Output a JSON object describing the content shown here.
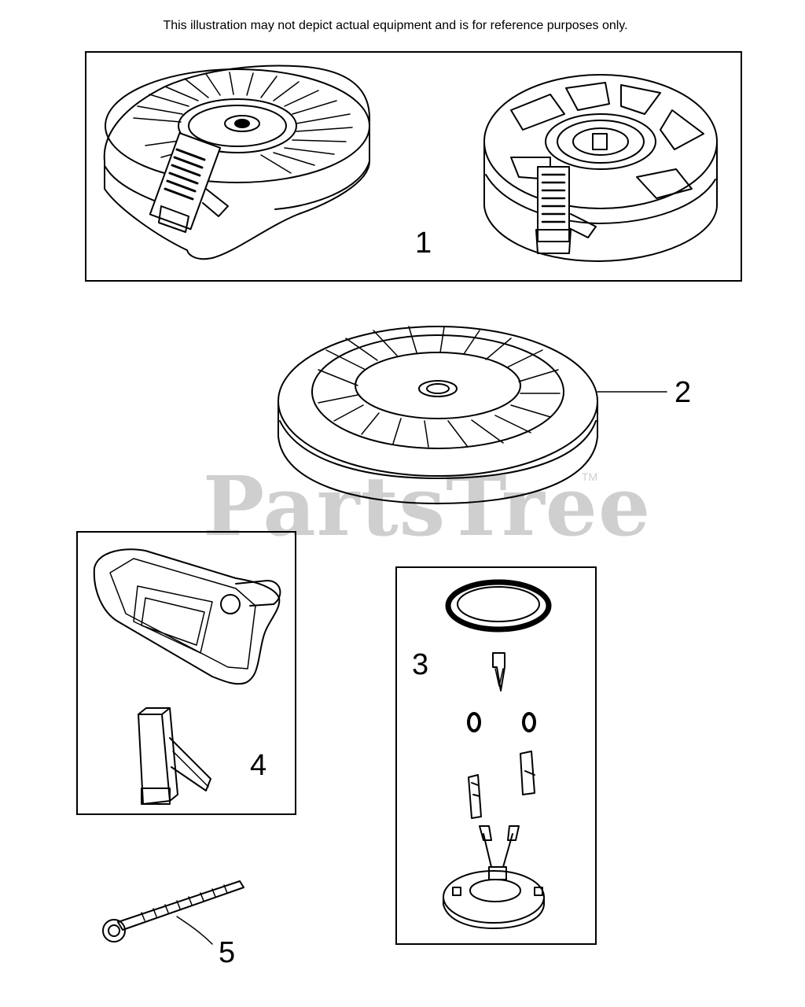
{
  "disclaimer": "This illustration may not depict actual equipment and is for reference purposes only.",
  "watermark": {
    "text": "PartsTree",
    "tm": "TM"
  },
  "callouts": {
    "p1": "1",
    "p2": "2",
    "p3": "3",
    "p4": "4",
    "p5": "5"
  },
  "colors": {
    "line": "#000000",
    "background": "#ffffff",
    "watermark": "#cfcfcf"
  }
}
